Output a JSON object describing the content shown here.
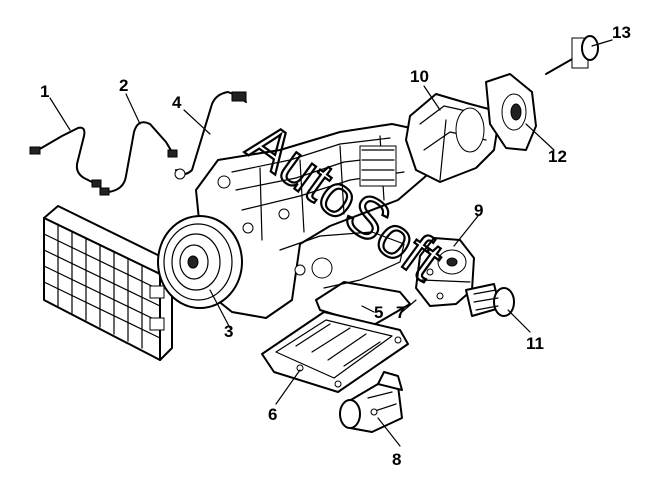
{
  "diagram": {
    "watermark": "AutoSoft",
    "callouts": [
      "1",
      "2",
      "3",
      "4",
      "5",
      "6",
      "7",
      "8",
      "9",
      "10",
      "11",
      "12",
      "13"
    ]
  }
}
